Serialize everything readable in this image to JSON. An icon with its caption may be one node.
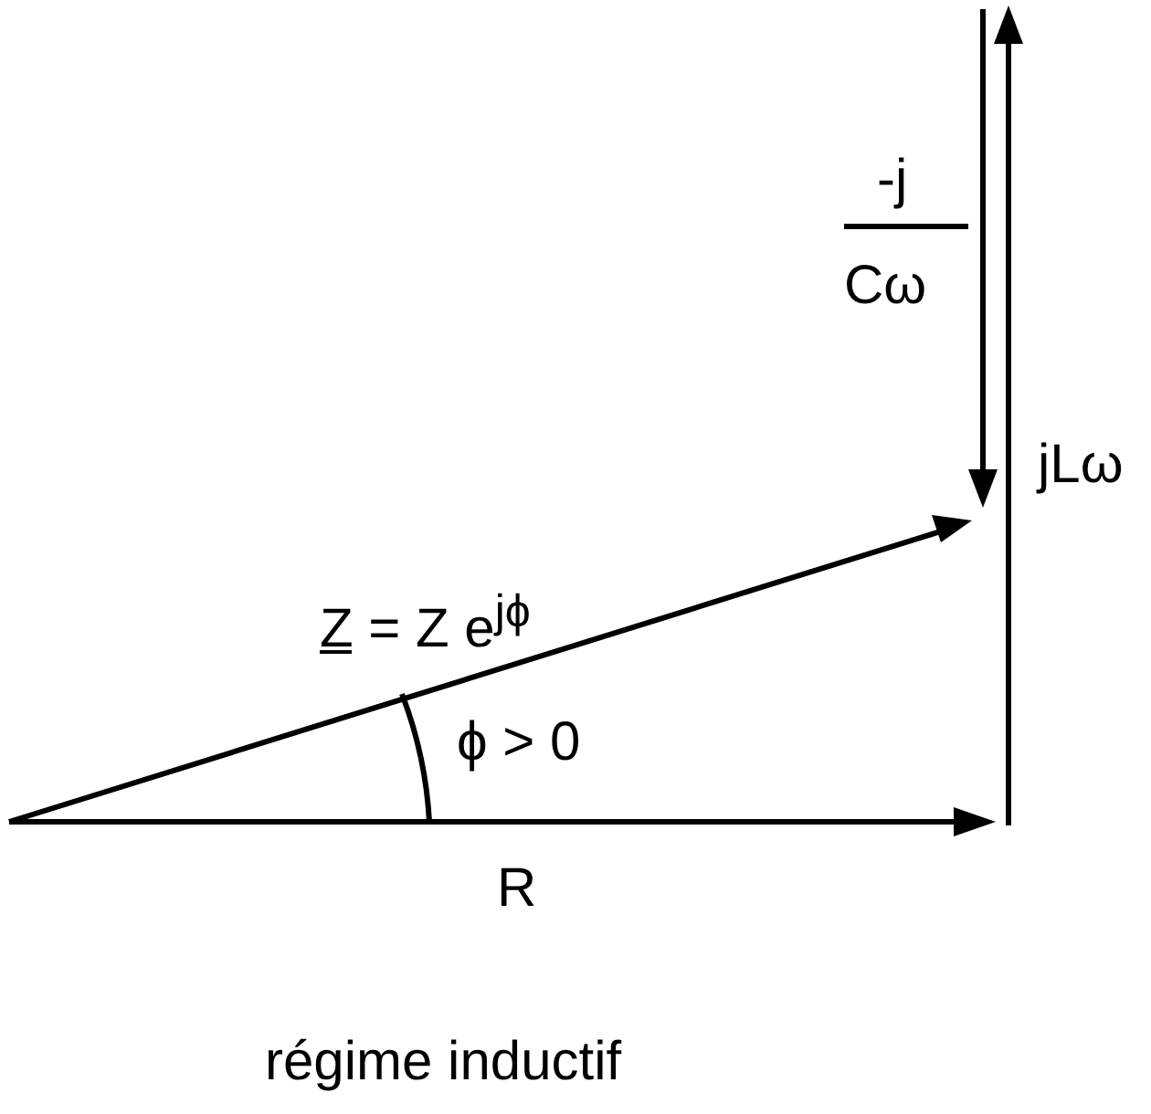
{
  "diagram": {
    "caption": "régime inductif",
    "labels": [
      "-j",
      "Cω",
      "jLω",
      "Z̲ = Z e$^{jϕ}$",
      "ϕ > 0",
      "R"
    ]
  }
}
